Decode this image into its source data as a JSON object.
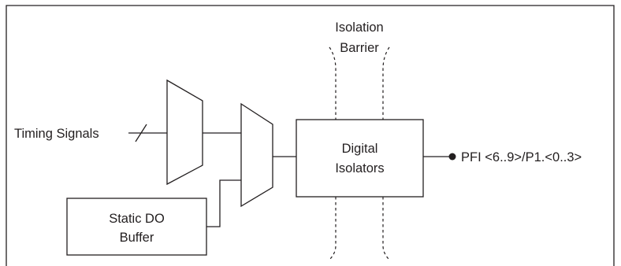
{
  "diagram": {
    "isolation_barrier": {
      "line1": "Isolation",
      "line2": "Barrier"
    },
    "timing_signals_label": "Timing Signals",
    "digital_isolators": {
      "line1": "Digital",
      "line2": "Isolators"
    },
    "static_do_buffer": {
      "line1": "Static DO",
      "line2": "Buffer"
    },
    "output_label": "PFI <6..9>/P1.<0..3>"
  }
}
